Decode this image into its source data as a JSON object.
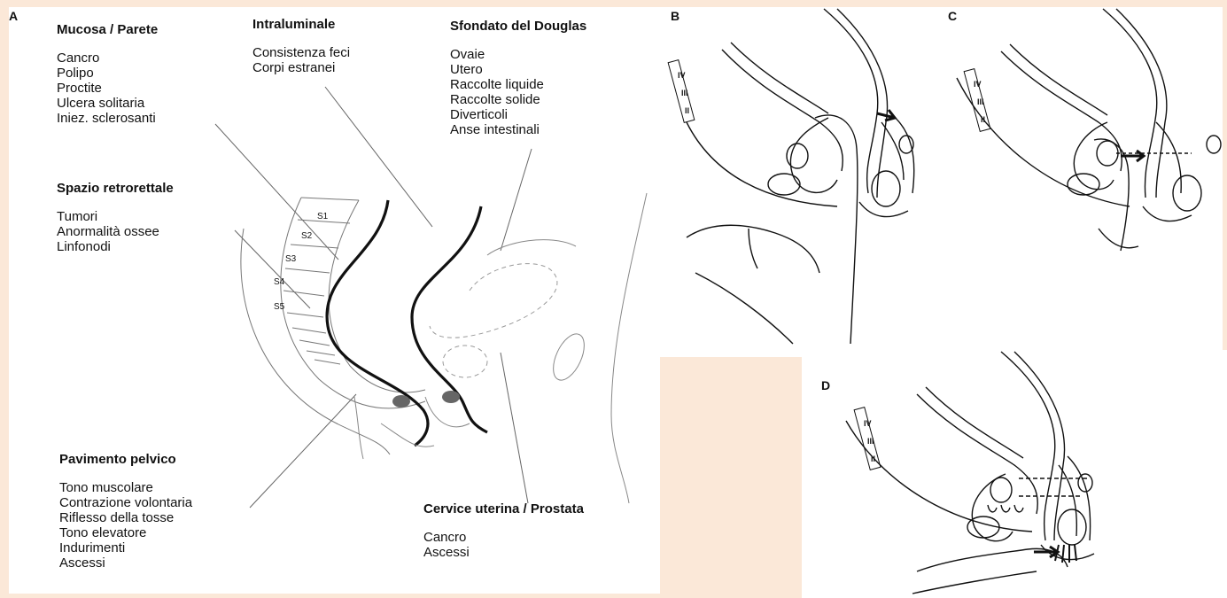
{
  "panel_labels": {
    "a": "A",
    "b": "B",
    "c": "C",
    "d": "D"
  },
  "groups": {
    "mucosa": {
      "heading": "Mucosa / Parete",
      "items": [
        "Cancro",
        "Polipo",
        "Proctite",
        "Ulcera solitaria",
        "Iniez. sclerosanti"
      ]
    },
    "intraluminale": {
      "heading": "Intraluminale",
      "items": [
        "Consistenza feci",
        "Corpi estranei"
      ]
    },
    "douglas": {
      "heading": "Sfondato del Douglas",
      "items": [
        "Ovaie",
        "Utero",
        "Raccolte liquide",
        "Raccolte solide",
        "Diverticoli",
        "Anse intestinali"
      ]
    },
    "retrorettale": {
      "heading": "Spazio retrorettale",
      "items": [
        "Tumori",
        "Anormalità ossee",
        "Linfonodi"
      ]
    },
    "pavimento": {
      "heading": "Pavimento pelvico",
      "items": [
        "Tono muscolare",
        "Contrazione volontaria",
        "Riflesso della tosse",
        "Tono elevatore",
        "Indurimenti",
        "Ascessi"
      ]
    },
    "cervice": {
      "heading": "Cervice uterina / Prostata",
      "items": [
        "Cancro",
        "Ascessi"
      ]
    }
  },
  "vertebrae": [
    "S1",
    "S2",
    "S3",
    "S4",
    "S5"
  ],
  "lumbar_labels": [
    "IV",
    "III",
    "II"
  ]
}
